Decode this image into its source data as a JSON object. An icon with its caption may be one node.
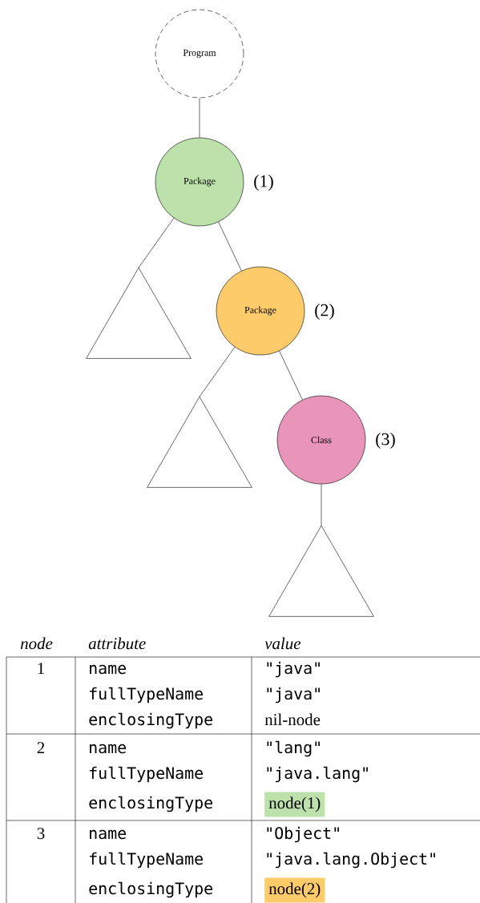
{
  "diagram": {
    "nodes": [
      {
        "text": [
          "Program"
        ]
      },
      {
        "text": [
          "Package"
        ],
        "beside": [
          "(1)"
        ]
      },
      {
        "text": [],
        "shape": "triangle"
      },
      {
        "text": [
          "Package"
        ],
        "beside": [
          "(2)"
        ]
      },
      {
        "text": [],
        "shape": "triangle"
      },
      {
        "text": [
          "Class"
        ],
        "beside": [
          "(3)"
        ]
      },
      {
        "text": [],
        "shape": "triangle"
      }
    ],
    "edges": [
      {
        "from": 0,
        "to": 1,
        "arrow": "none"
      },
      {
        "from": 1,
        "to": 2,
        "arrow": "none"
      },
      {
        "from": 1,
        "to": 3,
        "arrow": "none"
      },
      {
        "from": 3,
        "to": 4,
        "arrow": "none"
      },
      {
        "from": 3,
        "to": 5,
        "arrow": "none"
      },
      {
        "from": 5,
        "to": 6,
        "arrow": "none"
      }
    ],
    "labels": [
      "node",
      "attribute",
      "value",
      "1",
      "name",
      "\"java\"",
      "fullTypeName",
      "\"java\"",
      "enclosingType",
      "nil-node",
      "2",
      "name",
      "\"lang\"",
      "fullTypeName",
      "\"java.lang\"",
      "enclosingType",
      "node(1)",
      "3",
      "name",
      "\"Object\"",
      "fullTypeName",
      "\"java.lang.Object\"",
      "enclosingType",
      "node(2)"
    ]
  }
}
